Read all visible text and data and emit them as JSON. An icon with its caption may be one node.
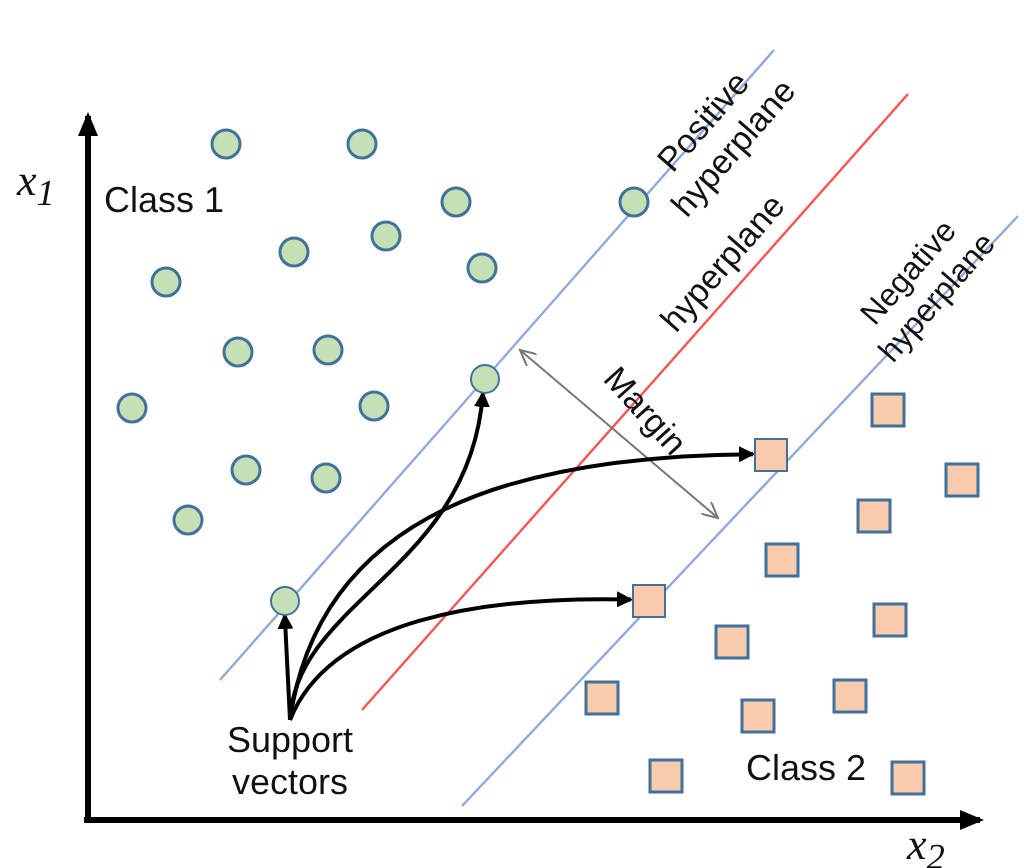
{
  "diagram": {
    "nodes": [
      {
        "text": [],
        "shape": "circle"
      },
      {
        "text": [],
        "shape": "box"
      },
      {
        "text": [],
        "shape": "circle"
      },
      {
        "text": [],
        "shape": "box"
      },
      {
        "text": [
          "Support vectors"
        ]
      }
    ],
    "edges": [
      {
        "from": 4,
        "to": 0,
        "arrow": "to"
      },
      {
        "from": 4,
        "to": 1,
        "arrow": "to"
      },
      {
        "from": 4,
        "to": 2,
        "arrow": "to"
      },
      {
        "from": 4,
        "to": 3,
        "arrow": "to"
      }
    ],
    "labels": [
      "x$_{1}$",
      "Class 1",
      "Positive hyperplane",
      "hyperplane",
      "Margin",
      "Negative hyperplane",
      "Class 2",
      "x$_{2}$"
    ]
  }
}
